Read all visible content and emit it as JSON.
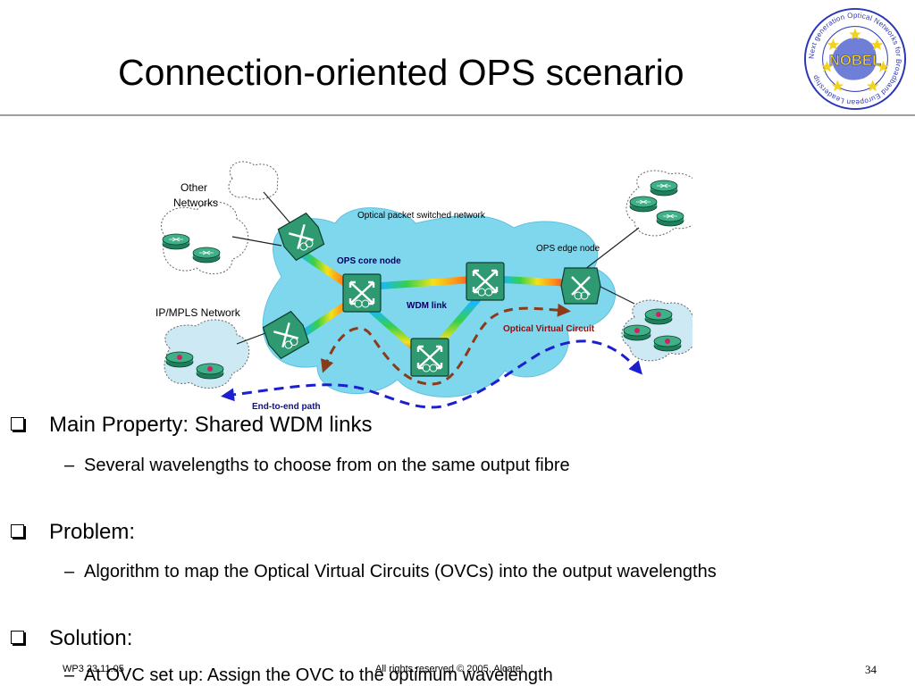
{
  "title": "Connection-oriented OPS scenario",
  "logo": {
    "text": "NOBEL",
    "ring_text": "Next generation Optical Networks for Broadband European Leadership"
  },
  "diagram": {
    "labels": {
      "other_networks_1": "Other",
      "other_networks_2": "Networks",
      "optical_packet_switched_network": "Optical packet switched network",
      "ops_edge_node": "OPS edge node",
      "ops_core_node": "OPS core node",
      "wdm_link": "WDM link",
      "ip_mpls_network": "IP/MPLS Network",
      "optical_virtual_circuit": "Optical Virtual Circuit",
      "end_to_end_path": "End-to-end path"
    },
    "colors": {
      "cloud_fill": "#7fd7ee",
      "node_fill": "#2f9a72",
      "ovc_path": "#8b3a1a",
      "end_to_end_path": "#1d1fcf",
      "ovc_label": "#8b1010"
    }
  },
  "bullets": [
    {
      "level": 1,
      "text": "Main Property: Shared WDM links"
    },
    {
      "level": 2,
      "text": "Several wavelengths to choose from on the same output fibre"
    },
    {
      "level": 1,
      "text": "Problem:"
    },
    {
      "level": 2,
      "text": "Algorithm to map the Optical Virtual Circuits (OVCs) into the output wavelengths"
    },
    {
      "level": 1,
      "text": "Solution:"
    },
    {
      "level": 2,
      "text": "At OVC set up: Assign the OVC to the optimum wavelength"
    }
  ],
  "footer": {
    "left": "WP3 23.11.05",
    "center": "All rights reserved © 2005, Alcatel",
    "page_number": "34"
  }
}
